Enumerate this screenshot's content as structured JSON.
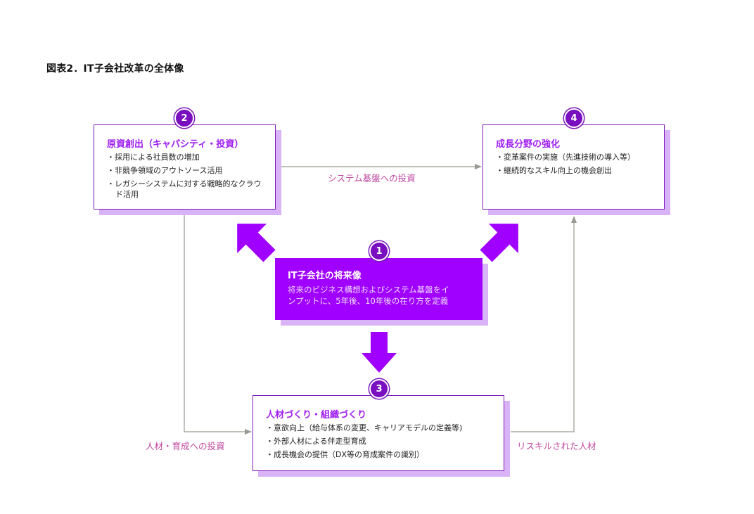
{
  "title": "図表2．IT子会社改革の全体像",
  "colors": {
    "accent": "#a000ff",
    "badge": "#7a0fc0",
    "border": "#7d19b8",
    "shadow": "#d9b3f7",
    "connector": "#9a9a92",
    "flow_label": "#c0479f"
  },
  "nodes": {
    "center": {
      "number": "1",
      "title": "IT子会社の将来像",
      "description_lines": [
        "将来のビジネス構想およびシステム基盤をイ",
        "ンプットに、5年後、10年後の在り方を定義"
      ]
    },
    "capacity": {
      "number": "2",
      "title": "原資創出（キャパシティ・投資）",
      "items": [
        "採用による社員数の増加",
        "非競争領域のアウトソース活用",
        "レガシーシステムに対する戦略的なクラウド活用"
      ]
    },
    "people": {
      "number": "3",
      "title": "人材づくり・組織づくり",
      "items": [
        "意欲向上（給与体系の変更、キャリアモデルの定義等)",
        "外部人材による伴走型育成",
        "成長機会の提供（DX等の育成案件の識別）"
      ]
    },
    "growth": {
      "number": "4",
      "title": "成長分野の強化",
      "items": [
        "変革案件の実施（先進技術の導入等）",
        "継続的なスキル向上の機会創出"
      ]
    }
  },
  "edges": [
    {
      "from": "capacity",
      "to": "growth",
      "label": "システム基盤への投資"
    },
    {
      "from": "capacity",
      "to": "people",
      "label": "人材・育成への投資"
    },
    {
      "from": "people",
      "to": "growth",
      "label": "リスキルされた人材"
    },
    {
      "from": "center",
      "to": "capacity",
      "label": ""
    },
    {
      "from": "center",
      "to": "growth",
      "label": ""
    },
    {
      "from": "center",
      "to": "people",
      "label": ""
    }
  ]
}
